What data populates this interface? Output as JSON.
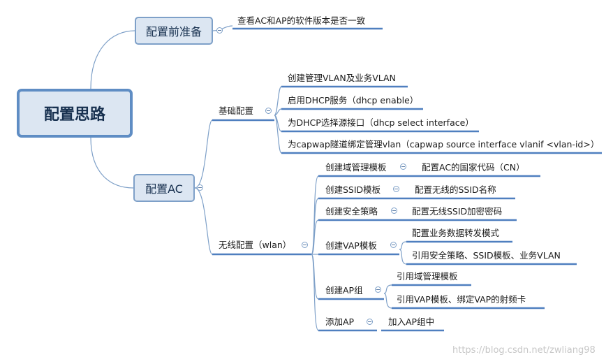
{
  "root": "配置思路",
  "branch_prepare": {
    "label": "配置前准备",
    "items": [
      "查看AC和AP的软件版本是否一致"
    ]
  },
  "branch_ac": {
    "label": "配置AC",
    "basic": {
      "label": "基础配置",
      "items": [
        "创建管理VLAN及业务VLAN",
        "启用DHCP服务（dhcp enable）",
        "为DHCP选择源接口（dhcp select interface）",
        "为capwap隧道绑定管理vlan（capwap source interface vlanif <vlan-id>）"
      ]
    },
    "wlan": {
      "label": "无线配置（wlan）",
      "groups": [
        {
          "label": "创建域管理模板",
          "items": [
            "配置AC的国家代码（CN）"
          ]
        },
        {
          "label": "创建SSID模板",
          "items": [
            "配置无线的SSID名称"
          ]
        },
        {
          "label": "创建安全策略",
          "items": [
            "配置无线SSID加密密码"
          ]
        },
        {
          "label": "创建VAP模板",
          "items": [
            "配置业务数据转发模式",
            "引用安全策略、SSID模板、业务VLAN"
          ]
        },
        {
          "label": "创建AP组",
          "items": [
            "引用域管理模板",
            "引用VAP模板、绑定VAP的射频卡"
          ]
        },
        {
          "label": "添加AP",
          "items": [
            "加入AP组中"
          ]
        }
      ]
    }
  },
  "watermark": "https://blog.csdn.net/zwliang98"
}
